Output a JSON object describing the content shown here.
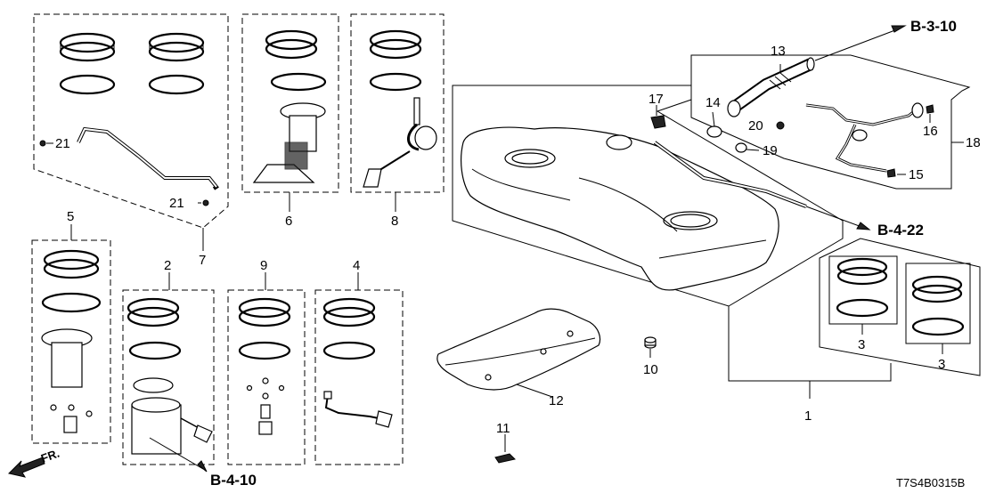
{
  "diagram_code": "T7S4B0315B",
  "front_indicator": "FR.",
  "references": {
    "b_3_10": "B-3-10",
    "b_4_22": "B-4-22",
    "b_4_10": "B-4-10"
  },
  "callouts": {
    "c1": "1",
    "c2": "2",
    "c3a": "3",
    "c3b": "3",
    "c4": "4",
    "c5": "5",
    "c6": "6",
    "c7": "7",
    "c8": "8",
    "c9": "9",
    "c10": "10",
    "c11": "11",
    "c12": "12",
    "c13": "13",
    "c14": "14",
    "c15": "15",
    "c16": "16",
    "c17": "17",
    "c18": "18",
    "c19": "19",
    "c20": "20",
    "c21a": "21",
    "c21b": "21"
  }
}
